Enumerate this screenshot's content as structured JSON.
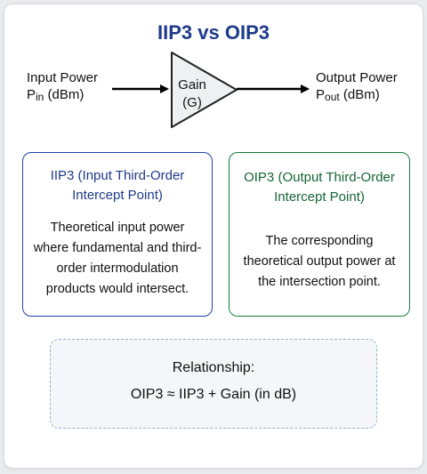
{
  "title": "IIP3 vs OIP3",
  "input": {
    "line1": "Input Power",
    "symbol": "P",
    "subscript": "in",
    "unit": "(dBm)"
  },
  "output": {
    "line1": "Output Power",
    "symbol": "P",
    "subscript": "out",
    "unit": "(dBm)"
  },
  "gain": {
    "line1": "Gain",
    "line2": "(G)"
  },
  "iip3": {
    "heading": "IIP3 (Input Third-Order Intercept Point)",
    "body": "Theoretical input power where fundamental and third-order intermodulation products would intersect.",
    "color": "#1e40af"
  },
  "oip3": {
    "heading": "OIP3 (Output Third-Order Intercept Point)",
    "body": "The corresponding theoretical output power at the intersection point.",
    "color": "#15803d"
  },
  "relationship": {
    "label": "Relationship:",
    "equation": "OIP3 ≈ IIP3 + Gain (in dB)"
  },
  "colors": {
    "title": "#1e3a8a",
    "amp_fill": "#eef0f2"
  }
}
